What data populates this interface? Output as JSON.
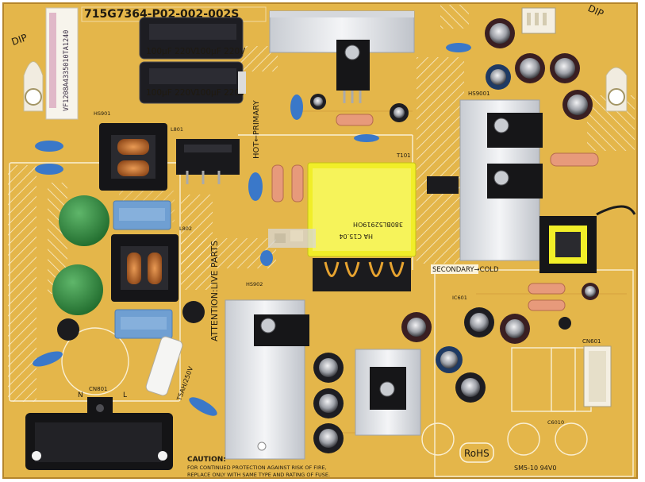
{
  "board": {
    "part_number": "715G7364-P02-002-002S",
    "dip_left": "DIP",
    "dip_right": "DIP",
    "hot_primary": "HOT←PRIMARY",
    "secondary_cold": "SECONDARY→COLD",
    "attention": "ATTENTION:LIVE PARTS",
    "fuse_rating": "T5AH/250V",
    "caution_title": "CAUTION:",
    "caution_line1": "FOR CONTINUED PROTECTION AGAINST RISK OF FIRE,",
    "caution_line2": "REPLACE ONLY WITH SAME TYPE AND RATING OF FUSE.",
    "rohs": "RoHS",
    "barcode_text": "VF1208A4335010TA1240",
    "capacitor_label": "100μF 220V",
    "transformer_text_1": "HA C15.04",
    "transformer_text_2": "380BL52919OH",
    "refs": {
      "cn801": "CN801",
      "n_label": "N",
      "l_label": "L",
      "hs901": "HS901",
      "hs902": "HS902",
      "hs9001": "HS9001",
      "t101": "T101",
      "cn601": "CN601",
      "ic601": "IC601",
      "l801": "L801",
      "l802": "L802",
      "c6010": "C6010",
      "sm5": "SM5-10 94V0"
    }
  },
  "colors": {
    "pcb": "#e4b64a",
    "pcb_dark": "#cf9c32",
    "silkscreen": "#fbf3dc",
    "heatsink": "#e9ebee",
    "capacitor": "#1d1d22",
    "varistor": "#2f8a3a",
    "filter_cap": "#6f9fd2",
    "transformer": "#f1ee28",
    "ceramic": "#3a78c9"
  }
}
